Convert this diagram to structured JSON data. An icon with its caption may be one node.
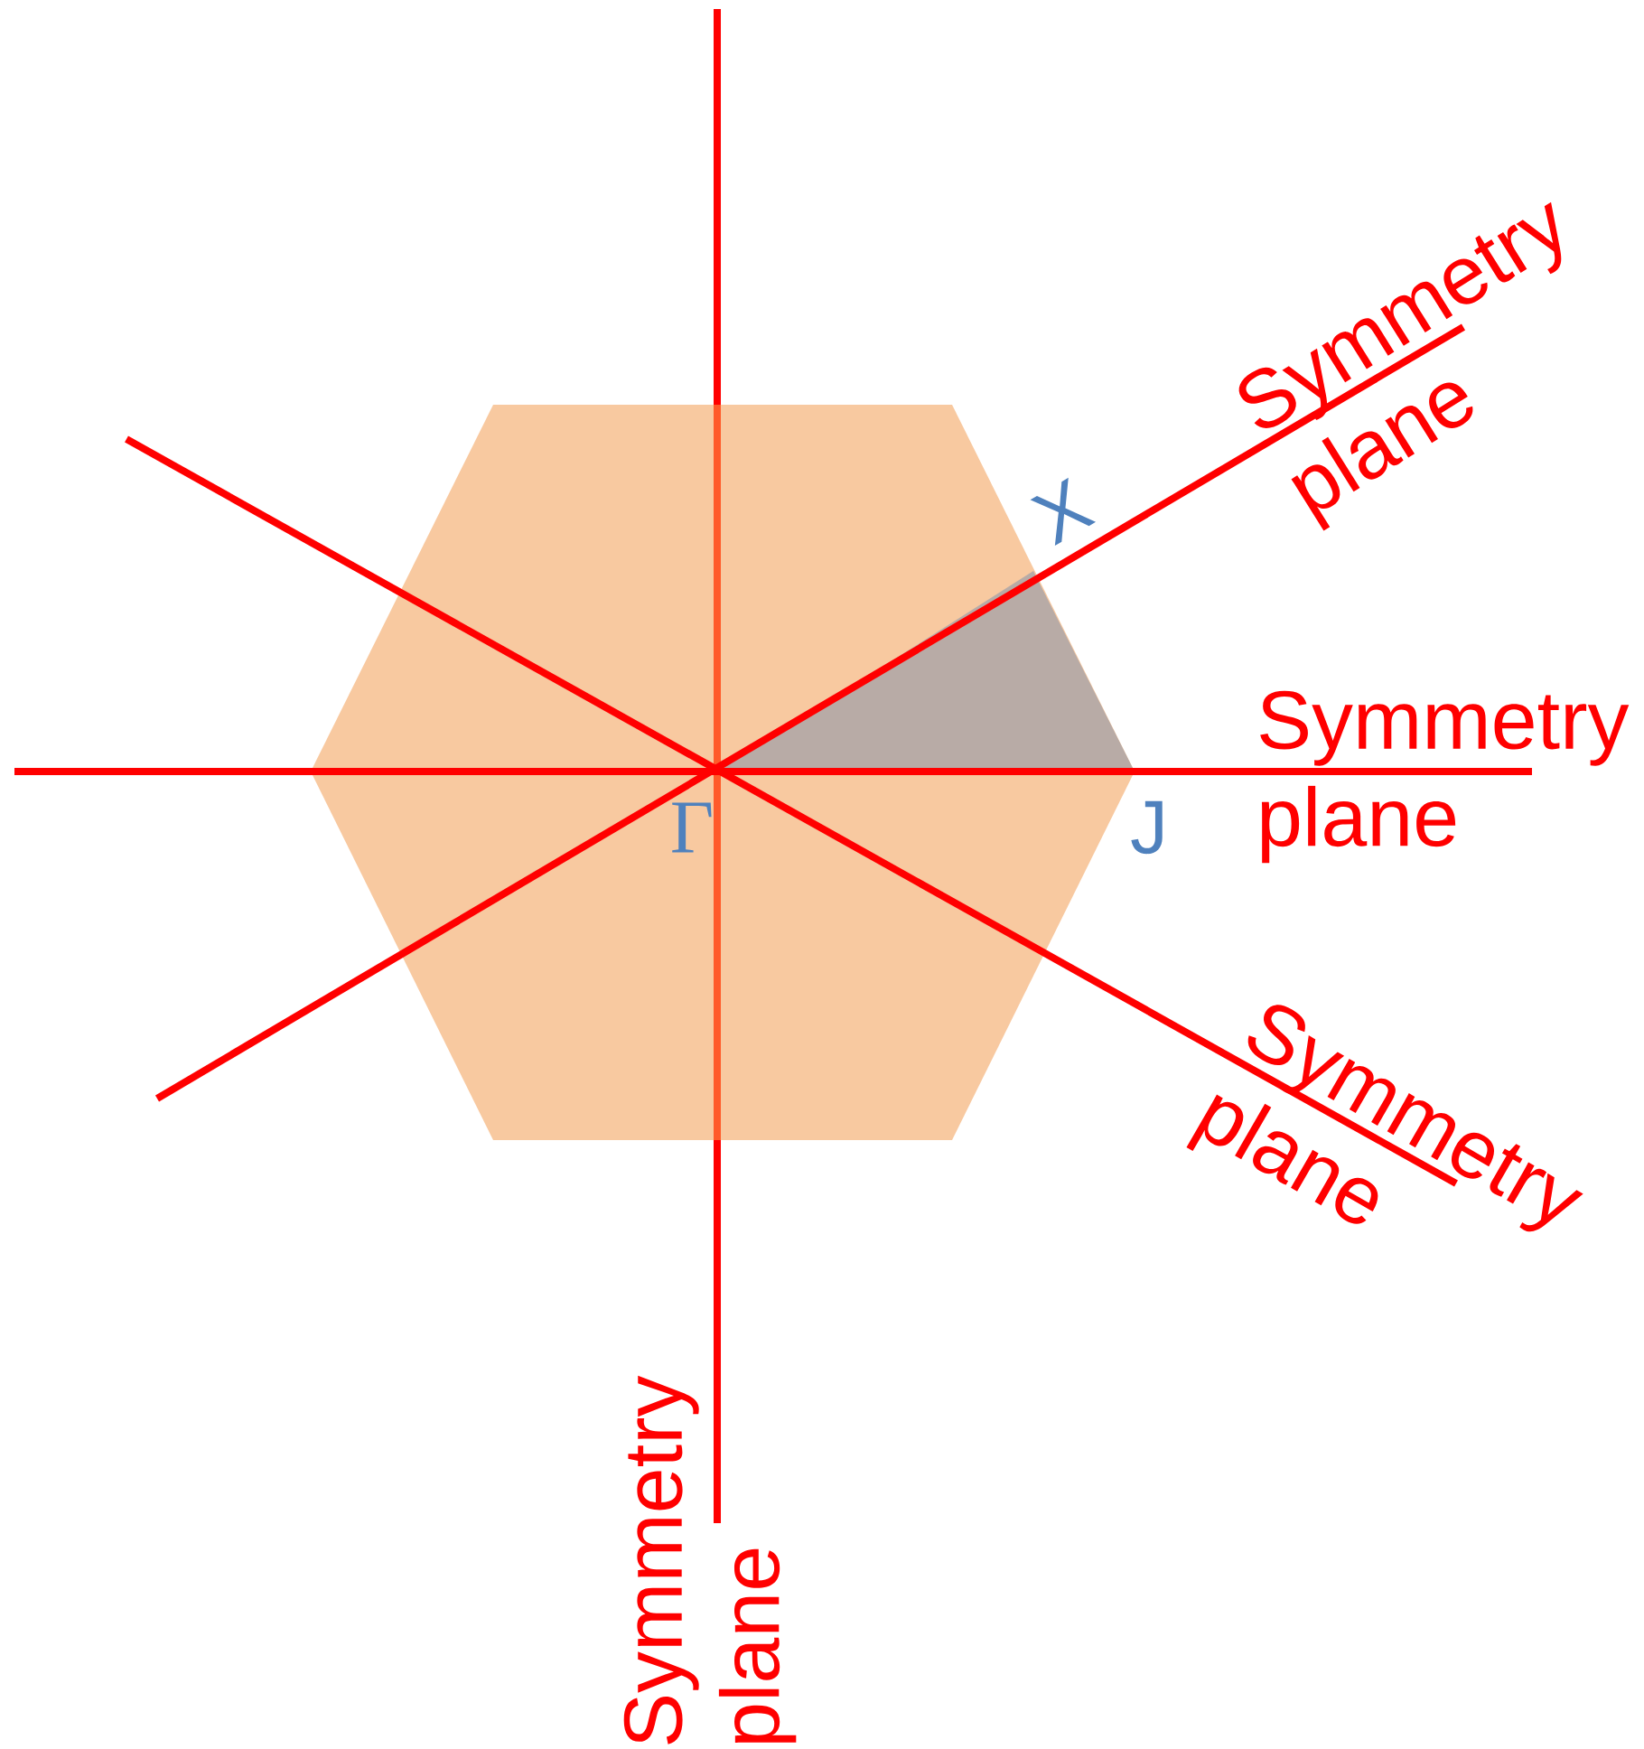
{
  "diagram": {
    "labels": [
      "Symmetry plane",
      "X",
      "Symmetry plane",
      "Γ",
      "J",
      "Symmetry plane",
      "Symmetry plane"
    ]
  }
}
